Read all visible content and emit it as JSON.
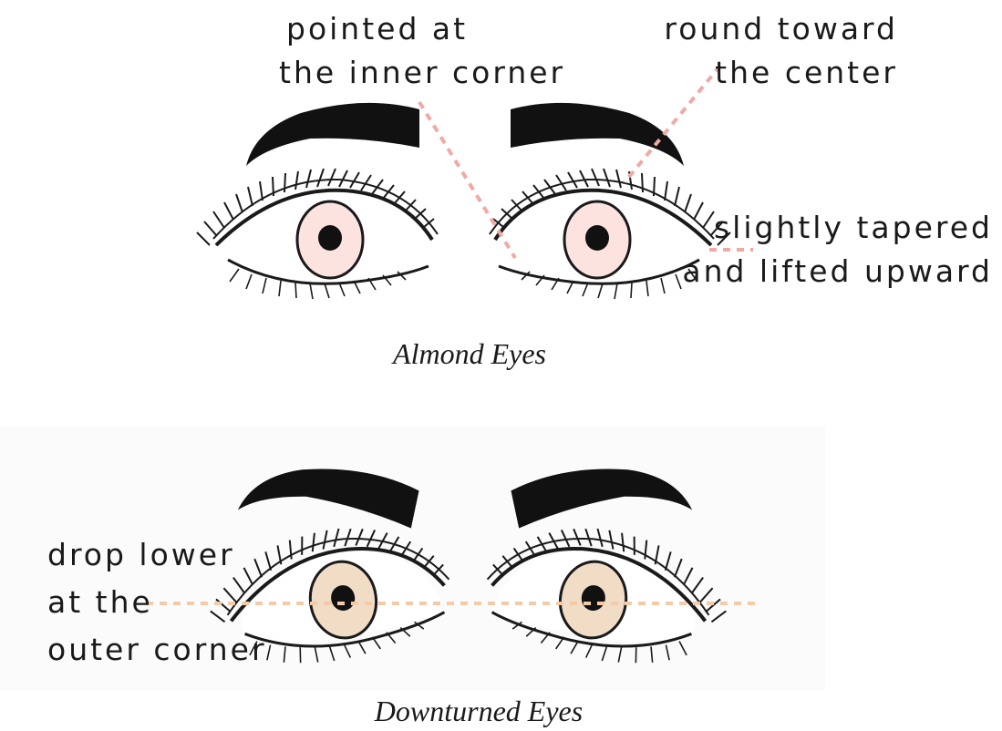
{
  "almond": {
    "caption": "Almond Eyes",
    "annotation_inner": {
      "line1": "pointed at",
      "line2": "the inner corner"
    },
    "annotation_center": {
      "line1": "round toward",
      "line2": "the center"
    },
    "annotation_outer": {
      "line1": "slightly tapered",
      "line2": "and lifted upward"
    },
    "iris_color": "#fde3df",
    "guide_color": "#f0a9a4"
  },
  "downturned": {
    "caption": "Downturned Eyes",
    "annotation": {
      "line1": "drop lower",
      "line2": "at the",
      "line3": "outer corner"
    },
    "iris_color": "#f1dcc6",
    "guide_color": "#f3cba8",
    "panel_color": "#fbfbfb"
  },
  "icons": [
    "eyebrow",
    "eye",
    "eyelash",
    "pupil",
    "guide-line"
  ]
}
